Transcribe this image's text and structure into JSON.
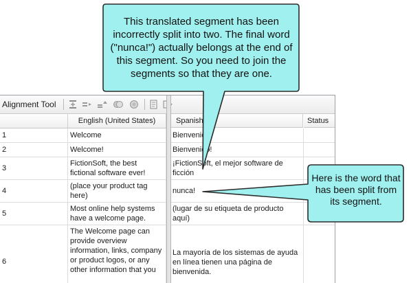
{
  "toolbar": {
    "title": "Alignment Tool",
    "icons": [
      "split-segment-icon",
      "join-segments-icon",
      "move-segment-up-icon",
      "toggle-link-icon",
      "toggle-unlink-icon",
      "export-icon",
      "options-icon"
    ]
  },
  "columns": {
    "number": "",
    "source": "English (United States)",
    "target": "Spanish",
    "status": "Status"
  },
  "rows": [
    {
      "num": "1",
      "source": "Welcome",
      "target": "Bienvenido"
    },
    {
      "num": "2",
      "source": "Welcome!",
      "target": "Bienvenido!"
    },
    {
      "num": "3",
      "source": "FictionSoft, the best fictional software ever!",
      "target": "¡FictionSoft, el mejor software de ficción"
    },
    {
      "num": "4",
      "source": "(place your product tag here)",
      "target": "nunca!"
    },
    {
      "num": "5",
      "source": "Most online help systems have a welcome page.",
      "target": "(lugar de su etiqueta de producto aquí)"
    },
    {
      "num": "6",
      "source": "The Welcome page can provide overview information, links, company or product logos, or any other information that you",
      "target": "La mayoría de los sistemas de ayuda en línea tienen una página de bienvenida."
    }
  ],
  "callouts": {
    "top": "This translated segment has been incorrectly split into two. The final word (\"nunca!\") actually belongs at the end of this segment. So you need to join the segments so that they are one.",
    "right": "Here is the word that has been split from its segment.",
    "fill_color": "#9ff0ee",
    "border_color": "#2b2b2b"
  }
}
